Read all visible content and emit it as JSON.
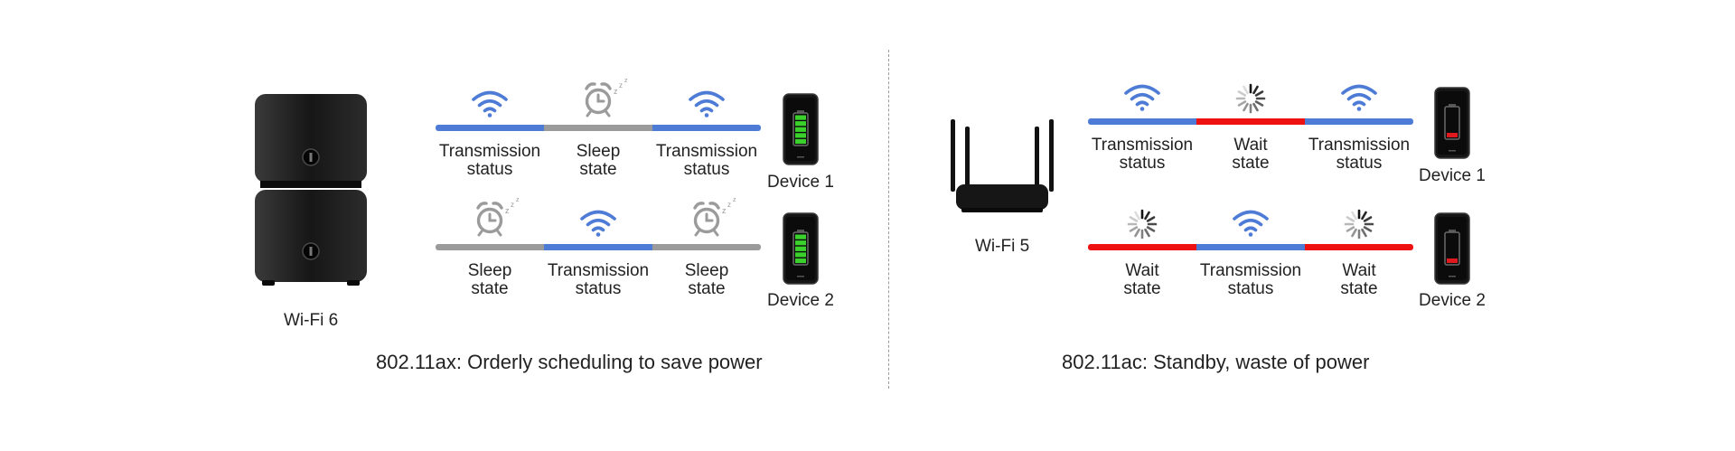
{
  "colors": {
    "transmission": "#4d7bd6",
    "sleep": "#9b9b9b",
    "wait": "#ee1111",
    "battery_good": "#3ad12c",
    "battery_low": "#e0191e"
  },
  "left": {
    "router_label": "Wi-Fi 6",
    "caption": "802.11ax: Orderly scheduling to save power",
    "rows": [
      {
        "device": "Device 1",
        "segments": [
          {
            "state": "transmission",
            "line1": "Transmission",
            "line2": "status",
            "icon": "wifi-icon"
          },
          {
            "state": "sleep",
            "line1": "Sleep",
            "line2": "state",
            "icon": "alarm-clock-icon"
          },
          {
            "state": "transmission",
            "line1": "Transmission",
            "line2": "status",
            "icon": "wifi-icon"
          }
        ]
      },
      {
        "device": "Device 2",
        "segments": [
          {
            "state": "sleep",
            "line1": "Sleep",
            "line2": "state",
            "icon": "alarm-clock-icon"
          },
          {
            "state": "transmission",
            "line1": "Transmission",
            "line2": "status",
            "icon": "wifi-icon"
          },
          {
            "state": "sleep",
            "line1": "Sleep",
            "line2": "state",
            "icon": "alarm-clock-icon"
          }
        ]
      }
    ]
  },
  "right": {
    "router_label": "Wi-Fi 5",
    "caption": "802.11ac: Standby, waste of power",
    "rows": [
      {
        "device": "Device 1",
        "segments": [
          {
            "state": "transmission",
            "line1": "Transmission",
            "line2": "status",
            "icon": "wifi-icon"
          },
          {
            "state": "wait",
            "line1": "Wait",
            "line2": "state",
            "icon": "loading-spinner-icon"
          },
          {
            "state": "transmission",
            "line1": "Transmission",
            "line2": "status",
            "icon": "wifi-icon"
          }
        ]
      },
      {
        "device": "Device 2",
        "segments": [
          {
            "state": "wait",
            "line1": "Wait",
            "line2": "state",
            "icon": "loading-spinner-icon"
          },
          {
            "state": "transmission",
            "line1": "Transmission",
            "line2": "status",
            "icon": "wifi-icon"
          },
          {
            "state": "wait",
            "line1": "Wait",
            "line2": "state",
            "icon": "loading-spinner-icon"
          }
        ]
      }
    ]
  }
}
